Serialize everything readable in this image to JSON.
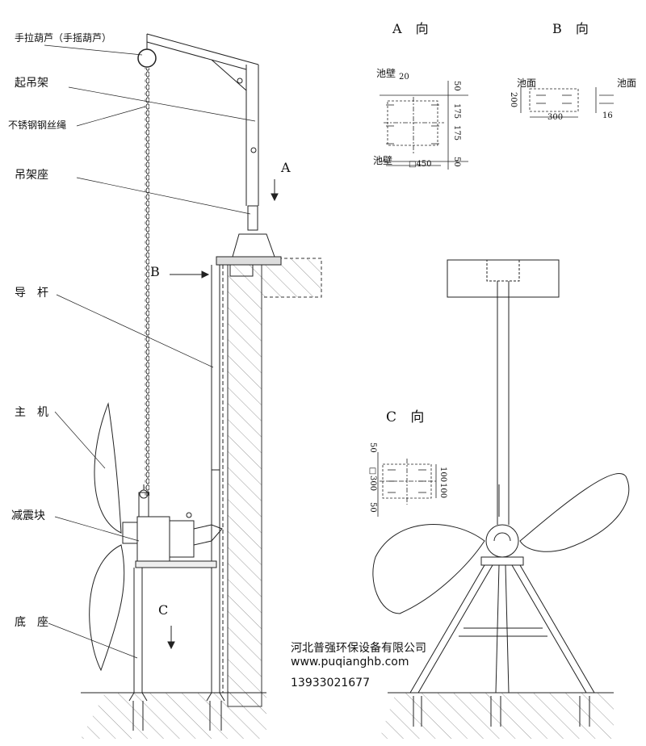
{
  "labels": {
    "hoist": "手拉葫芦（手摇葫芦）",
    "crane_frame": "起吊架",
    "wire_rope": "不锈钢钢丝绳",
    "crane_base": "吊架座",
    "guide_rod": "导　杆",
    "main_unit": "主　机",
    "damping_block": "减震块",
    "base": "底　座"
  },
  "arrows": {
    "a": "A",
    "b": "B",
    "c": "C"
  },
  "views": {
    "a": "A 向",
    "b": "B 向",
    "c": "C 向"
  },
  "view_a": {
    "wall_top": "池壁",
    "wall_bottom": "池壁",
    "d20": "20",
    "d50_top": "50",
    "d175_a": "175",
    "d175_b": "175",
    "d50_bottom": "50",
    "d450": "□450"
  },
  "view_b": {
    "surface_left": "池面",
    "surface_right": "池面",
    "d200": "200",
    "d300": "300",
    "d16": "16"
  },
  "view_c": {
    "d50_top": "50",
    "d300": "□300",
    "d100_a": "100",
    "d100_b": "100",
    "d50_bottom": "50"
  },
  "company": {
    "name": "河北普强环保设备有限公司",
    "website": "www.puqianghb.com",
    "phone": "13933021677"
  }
}
